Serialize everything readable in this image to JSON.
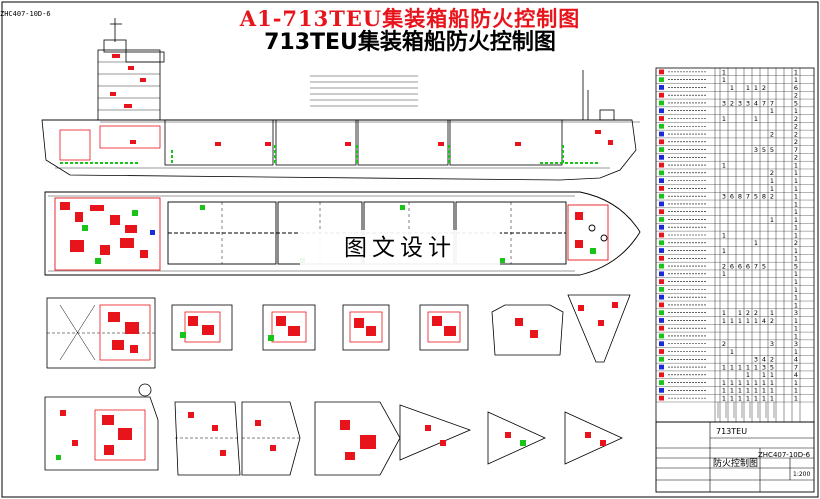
{
  "header": {
    "red_title": "A1-713TEU集装箱船防火控制图",
    "black_title": "713TEU集装箱船防火控制图",
    "edge_label": "ZHC407-10D-6"
  },
  "watermark": "图文设计",
  "legend_table": {
    "rows": [
      [
        "1",
        "",
        "",
        "",
        "",
        "",
        "",
        "1"
      ],
      [
        "1",
        "",
        "",
        "",
        "",
        "",
        "",
        "1"
      ],
      [
        "",
        "1",
        "",
        "1",
        "1",
        "2",
        "",
        "6"
      ],
      [
        "",
        "",
        "",
        "",
        "",
        "",
        "",
        "2"
      ],
      [
        "3",
        "2",
        "3",
        "3",
        "4",
        "7",
        "7",
        "5"
      ],
      [
        "",
        "",
        "",
        "",
        "",
        "",
        "1",
        "1"
      ],
      [
        "1",
        "",
        "",
        "",
        "1",
        "",
        "",
        "2"
      ],
      [
        "",
        "",
        "",
        "",
        "",
        "",
        "",
        "2"
      ],
      [
        "",
        "",
        "",
        "",
        "",
        "",
        "2",
        "2"
      ],
      [
        "",
        "",
        "",
        "",
        "",
        "",
        "",
        "2"
      ],
      [
        "",
        "",
        "",
        "",
        "3",
        "5",
        "5",
        "7"
      ],
      [
        "",
        "",
        "",
        "",
        "",
        "",
        "",
        "2"
      ],
      [
        "1",
        "",
        "",
        "",
        "",
        "",
        "",
        "1"
      ],
      [
        "",
        "",
        "",
        "",
        "",
        "",
        "2",
        "1"
      ],
      [
        "",
        "",
        "",
        "",
        "",
        "",
        "1",
        "1"
      ],
      [
        "",
        "",
        "",
        "",
        "",
        "",
        "1",
        "1"
      ],
      [
        "3",
        "6",
        "8",
        "7",
        "5",
        "8",
        "2",
        "1"
      ],
      [
        "",
        "",
        "",
        "",
        "",
        "",
        "",
        "1"
      ],
      [
        "",
        "",
        "",
        "",
        "",
        "",
        "",
        "1"
      ],
      [
        "",
        "",
        "",
        "",
        "",
        "",
        "1",
        "1"
      ],
      [
        "",
        "",
        "",
        "",
        "",
        "",
        "",
        "1"
      ],
      [
        "1",
        "",
        "",
        "",
        "",
        "",
        "",
        "1"
      ],
      [
        "",
        "",
        "",
        "",
        "1",
        "",
        "",
        "2"
      ],
      [
        "1",
        "",
        "",
        "",
        "",
        "",
        "",
        "1"
      ],
      [
        "",
        "",
        "",
        "",
        "",
        "",
        "",
        "1"
      ],
      [
        "2",
        "6",
        "6",
        "6",
        "7",
        "5",
        "",
        "5"
      ],
      [
        "1",
        "",
        "",
        "",
        "",
        "",
        "",
        "1"
      ],
      [
        "",
        "",
        "",
        "",
        "",
        "",
        "",
        "1"
      ],
      [
        "",
        "",
        "",
        "",
        "",
        "",
        "",
        "1"
      ],
      [
        "",
        "",
        "",
        "",
        "",
        "",
        "",
        "1"
      ],
      [
        "",
        "",
        "",
        "",
        "",
        "",
        "",
        "1"
      ],
      [
        "1",
        "",
        "1",
        "2",
        "2",
        "",
        "1",
        "3"
      ],
      [
        "1",
        "1",
        "1",
        "1",
        "1",
        "4",
        "2",
        "1"
      ],
      [
        "",
        "",
        "",
        "",
        "",
        "",
        "",
        "1"
      ],
      [
        "",
        "",
        "",
        "",
        "",
        "",
        "",
        "1"
      ],
      [
        "2",
        "",
        "",
        "",
        "",
        "",
        "3",
        "3"
      ],
      [
        "",
        "1",
        "",
        "",
        "",
        "",
        "",
        "1"
      ],
      [
        "",
        "",
        "",
        "",
        "3",
        "4",
        "2",
        "4"
      ],
      [
        "1",
        "1",
        "1",
        "1",
        "1",
        "3",
        "5",
        "7"
      ],
      [
        "",
        "",
        "",
        "1",
        "",
        "1",
        "1",
        "4"
      ],
      [
        "1",
        "1",
        "1",
        "1",
        "1",
        "1",
        "1",
        "1"
      ],
      [
        "1",
        "1",
        "1",
        "1",
        "1",
        "1",
        "1",
        "1"
      ],
      [
        "1",
        "1",
        "1",
        "1",
        "1",
        "1",
        "1",
        "1"
      ]
    ]
  },
  "title_block": {
    "project": "713TEU",
    "drawing_no": "ZHC407-10D-6",
    "drawing_name": "防火控制图",
    "scale": "1:200"
  }
}
